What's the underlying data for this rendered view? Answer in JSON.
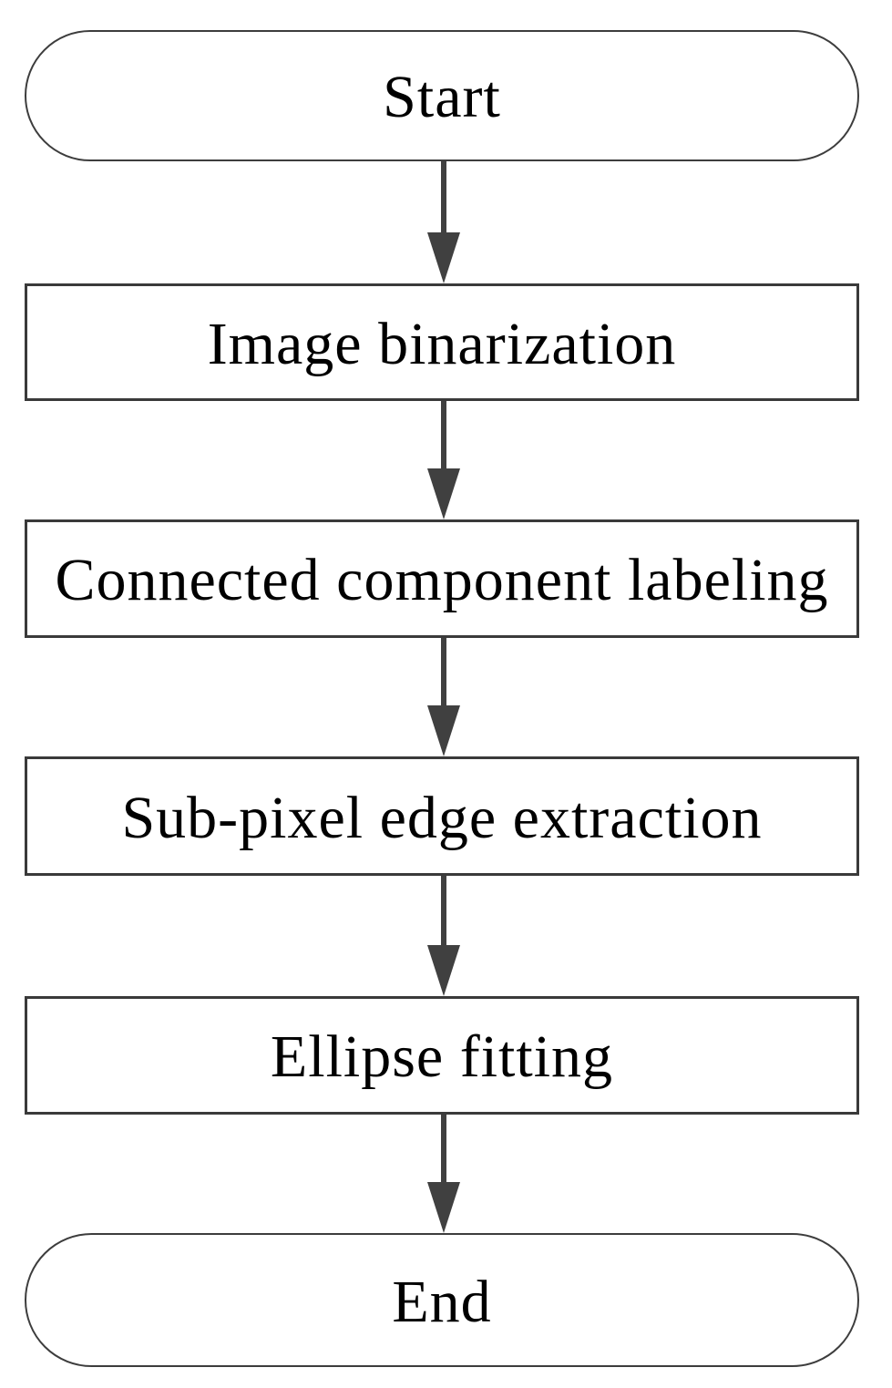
{
  "flowchart": {
    "type": "flowchart",
    "orientation": "top-to-bottom",
    "colors": {
      "background": "#ffffff",
      "box_border": "#3a3a3a",
      "arrow": "#404040",
      "text": "#000000"
    },
    "nodes": [
      {
        "id": "start",
        "type": "terminator",
        "label": "Start"
      },
      {
        "id": "image-binarization",
        "type": "process",
        "label": "Image binarization"
      },
      {
        "id": "connected-component-labeling",
        "type": "process",
        "label": "Connected component labeling"
      },
      {
        "id": "sub-pixel-edge-extraction",
        "type": "process",
        "label": "Sub-pixel edge extraction"
      },
      {
        "id": "ellipse-fitting",
        "type": "process",
        "label": "Ellipse fitting"
      },
      {
        "id": "end",
        "type": "terminator",
        "label": "End"
      }
    ],
    "connections": [
      {
        "from": "start",
        "to": "image-binarization",
        "style": "arrow-down"
      },
      {
        "from": "image-binarization",
        "to": "connected-component-labeling",
        "style": "arrow-down"
      },
      {
        "from": "connected-component-labeling",
        "to": "sub-pixel-edge-extraction",
        "style": "arrow-down"
      },
      {
        "from": "sub-pixel-edge-extraction",
        "to": "ellipse-fitting",
        "style": "arrow-down"
      },
      {
        "from": "ellipse-fitting",
        "to": "end",
        "style": "arrow-down"
      }
    ]
  }
}
